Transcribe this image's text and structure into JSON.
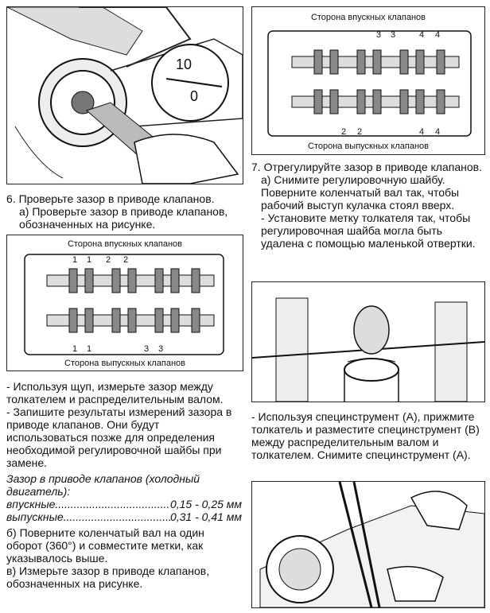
{
  "left": {
    "step6_title": "6. Проверьте зазор в приводе клапанов.",
    "step6_a": "а) Проверьте зазор в приводе клапанов, обозначенных на рисунке.",
    "fig2_top": "Сторона впускных клапанов",
    "fig2_bottom": "Сторона выпускных клапанов",
    "fig2_nums_top": [
      "1",
      "1",
      "2",
      "2"
    ],
    "fig2_nums_bottom": [
      "1",
      "1",
      "3",
      "3"
    ],
    "bullet1": "- Используя щуп, измерьте зазор между толкателем и распределительным валом.",
    "bullet2": "- Запишите результаты измерений зазора в приводе клапанов. Они будут использоваться позже для определения необходимой регулировочной шайбы при замене.",
    "spec_title": "Зазор в приводе клапанов (холодный двигатель):",
    "spec_in_label": "впускные",
    "spec_in_value": "0,15 - 0,25 мм",
    "spec_ex_label": "выпускные",
    "spec_ex_value": "0,31 - 0,41 мм",
    "step_b": "б) Поверните коленчатый вал на один оборот (360°) и совместите метки, как указывалось выше.",
    "step_c": "в) Измерьте зазор в приводе клапанов, обозначенных на рисунке."
  },
  "right": {
    "fig_top": "Сторона впускных клапанов",
    "fig_bottom": "Сторона выпускных клапанов",
    "fig_nums_top": [
      "3",
      "3",
      "4",
      "4"
    ],
    "fig_nums_bottom": [
      "2",
      "2",
      "4",
      "4"
    ],
    "step7_title": "7. Отрегулируйте зазор в приводе клапанов.",
    "step7_a": "а) Снимите регулировочную шайбу. Поверните коленчатый вал так, чтобы рабочий выступ кулачка стоял вверх.",
    "step7_bullet": "- Установите метку толкателя так, чтобы регулировочная шайба могла быть удалена с помощью маленькой отвертки.",
    "tool_text": "- Используя специнструмент (А), прижмите толкатель и разместите специнструмент (В) между распределительным валом и толкателем. Снимите специнструмент (А)."
  },
  "fig1": {
    "mark_10": "10",
    "mark_0": "0"
  }
}
